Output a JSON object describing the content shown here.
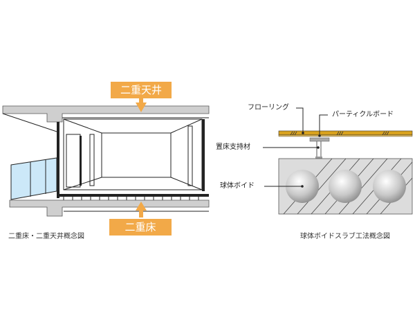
{
  "left_diagram": {
    "caption": "二重床・二重天井概念図",
    "top_badge": "二重天井",
    "bottom_badge": "二重床",
    "badge_color": "#f2a948",
    "slab_color": "#cfcfcf",
    "glass_color": "#cce8f8"
  },
  "right_diagram": {
    "caption": "球体ボイドスラブ工法概念図",
    "labels": {
      "flooring": "フローリング",
      "particle_board": "パーティクルボード",
      "support": "置床支持材",
      "void": "球体ボイド"
    },
    "flooring_color": "#d9a21e",
    "slab_color": "#dcdcdc",
    "void_count": 3
  }
}
